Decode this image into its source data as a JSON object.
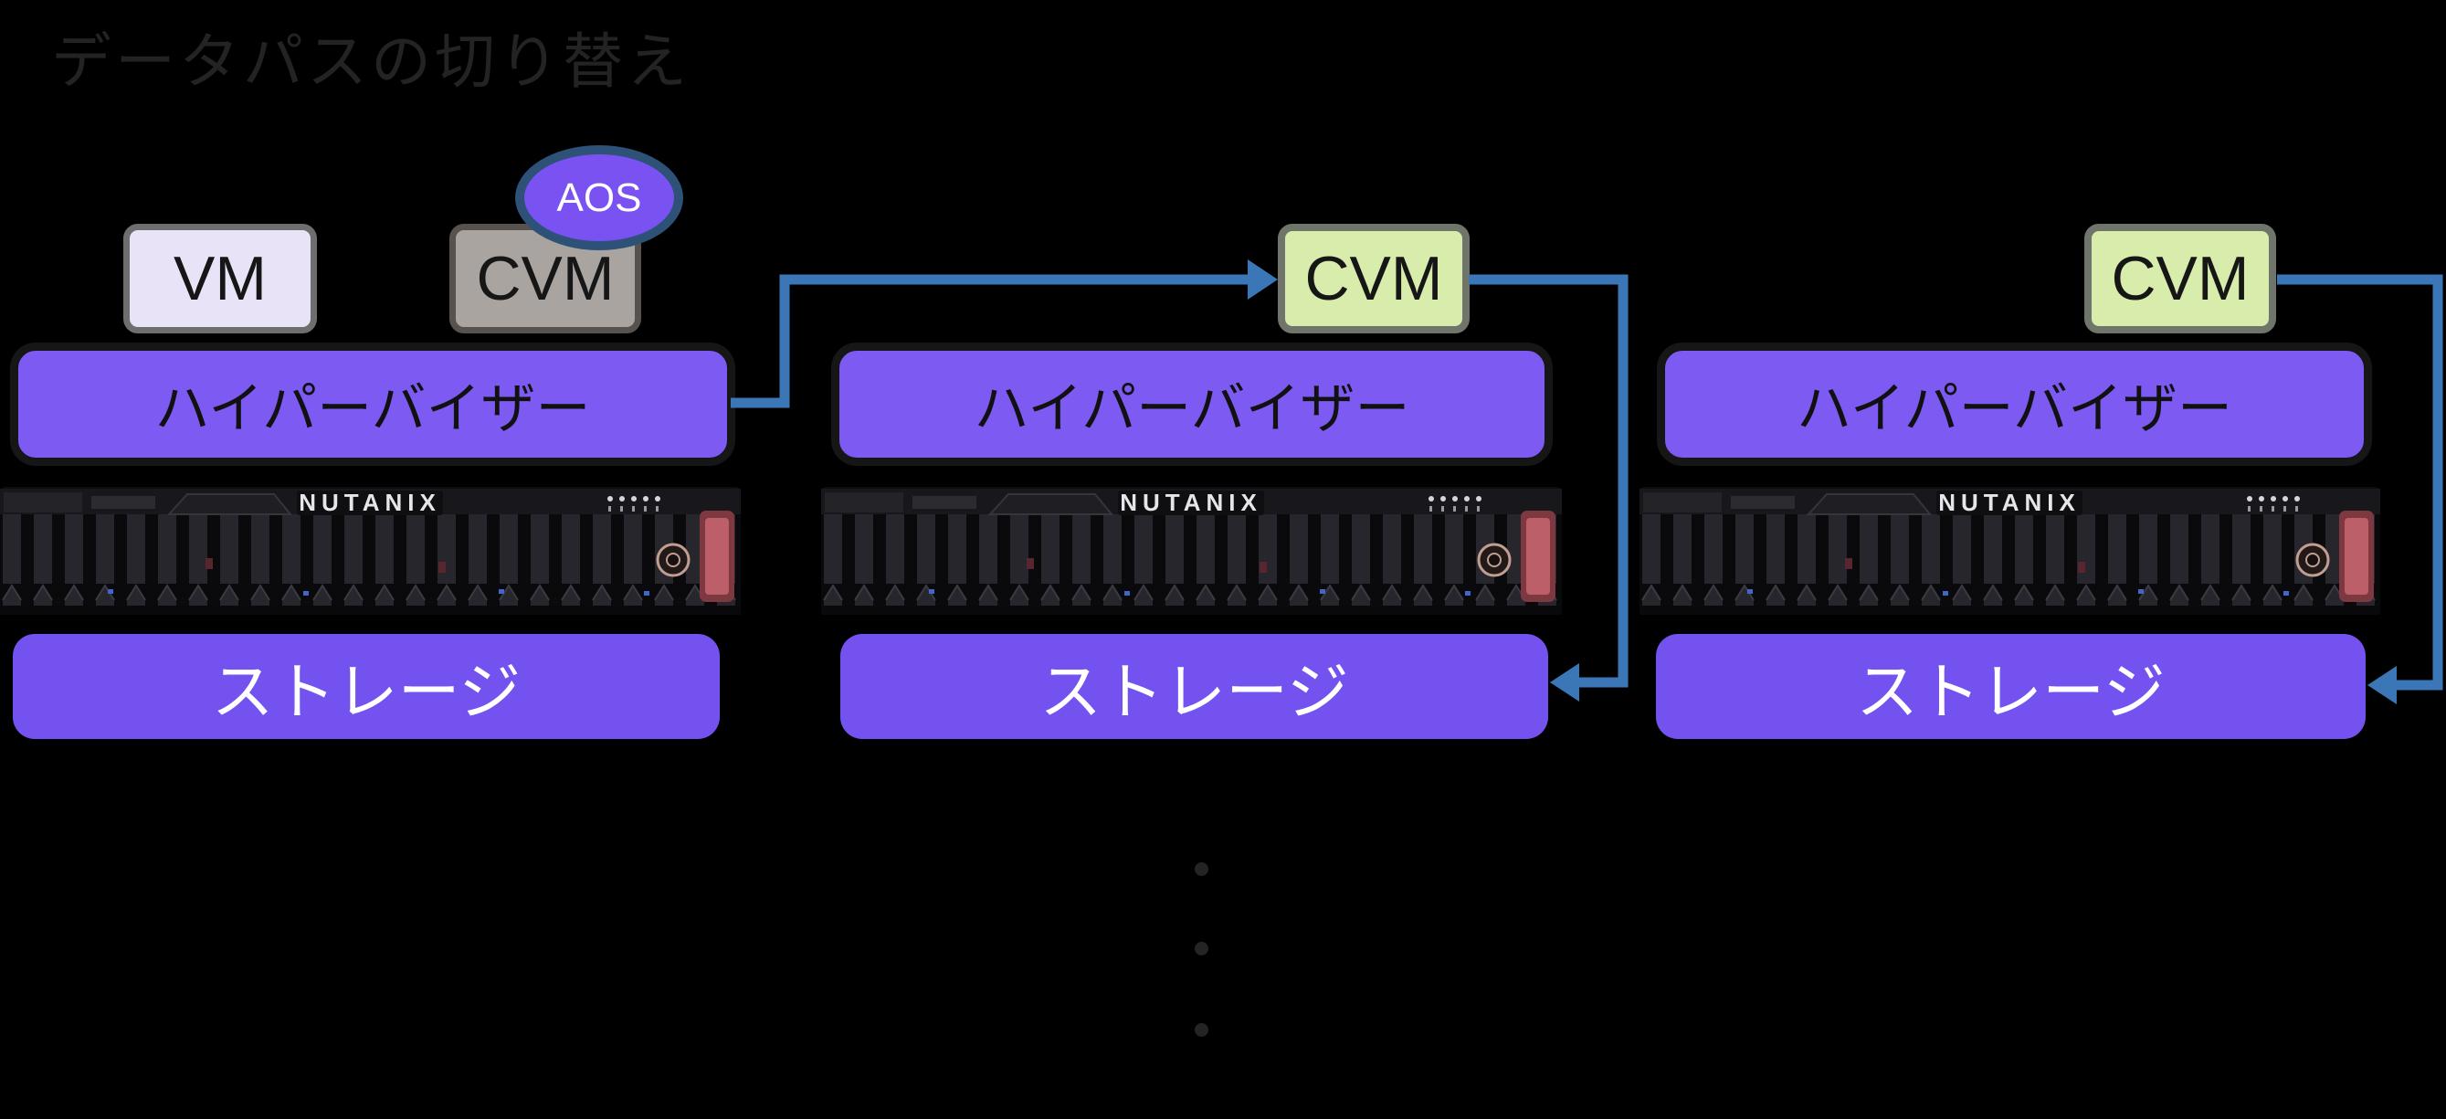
{
  "title": "データパスの切り替え",
  "colors": {
    "bg": "#000000",
    "title_text": "#232323",
    "vm_fill": "#E8E3F6",
    "vm_border": "#6E6E6E",
    "cvm_gray_fill": "#A9A4A0",
    "cvm_gray_border": "#57524E",
    "cvm_green_fill": "#D8ECAB",
    "cvm_green_border": "#70756B",
    "aos_fill": "#7A52F2",
    "aos_border": "#2E5277",
    "aos_text": "#FFFFFF",
    "hypervisor_fill": "#7D5BF3",
    "hypervisor_border": "#161616",
    "hypervisor_text": "#111111",
    "box_text": "#161616",
    "storage_fill": "#7452F0",
    "storage_text": "#FFFFFF",
    "arrow_blue": "#3B77B6",
    "dot_color": "#242424",
    "server_latch": "#BC5F68",
    "server_logo_text": "#E6E6EA"
  },
  "nodes": [
    {
      "vm_label": "VM",
      "cvm_label": "CVM",
      "cvm_variant": "gray",
      "aos_label": "AOS",
      "hypervisor_label": "ハイパーバイザー",
      "server_brand": "NUTANIX",
      "storage_label": "ストレージ"
    },
    {
      "cvm_label": "CVM",
      "cvm_variant": "green",
      "hypervisor_label": "ハイパーバイザー",
      "server_brand": "NUTANIX",
      "storage_label": "ストレージ"
    },
    {
      "cvm_label": "CVM",
      "cvm_variant": "green",
      "hypervisor_label": "ハイパーバイザー",
      "server_brand": "NUTANIX",
      "storage_label": "ストレージ"
    }
  ],
  "arrows": [
    {
      "name": "hypervisor1-to-cvm2"
    },
    {
      "name": "cvm2-to-storage2"
    },
    {
      "name": "cvm3-to-storage3"
    }
  ],
  "ellipsis_dot_count": 3
}
